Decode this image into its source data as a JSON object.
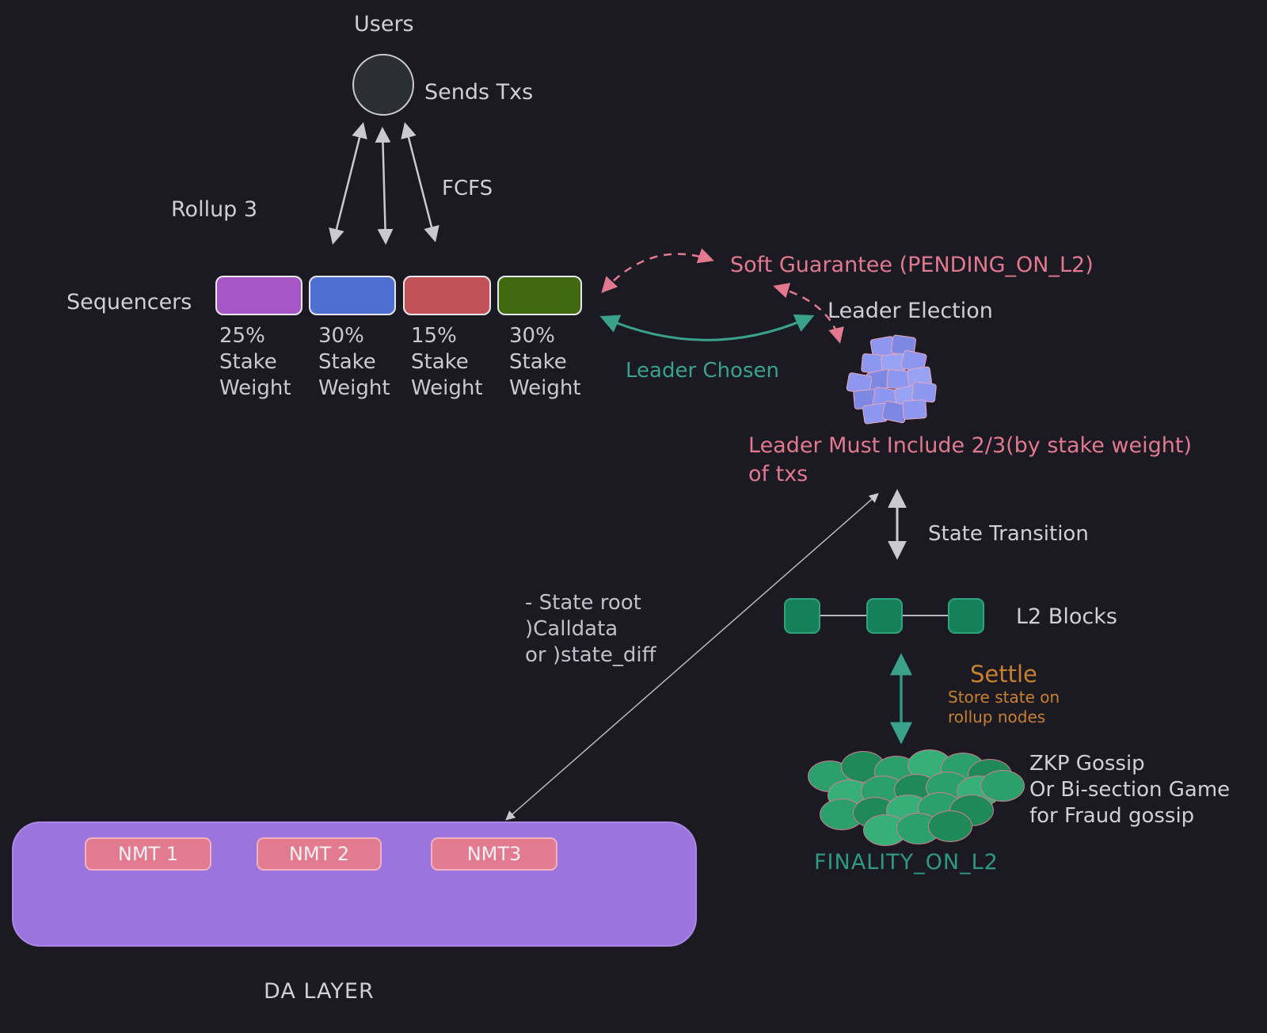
{
  "colors": {
    "background": "#1b1a23",
    "pink_accent": "#e2798f",
    "teal_accent": "#3aa18a",
    "orange_accent": "#c8802f",
    "light_text": "#cfcfd6",
    "da_purple": "#9b74de",
    "l2_block_green": "#15805a"
  },
  "users": {
    "label": "Users",
    "sends_txs_label": "Sends Txs",
    "fcfs_label": "FCFS"
  },
  "rollup_label": "Rollup 3",
  "sequencers": {
    "label": "Sequencers",
    "items": [
      {
        "name": "sequencer-1",
        "color": "#a757c5",
        "stake_text": "25%\nStake\nWeight"
      },
      {
        "name": "sequencer-2",
        "color": "#4f6fd2",
        "stake_text": "30%\nStake\nWeight"
      },
      {
        "name": "sequencer-3",
        "color": "#c25158",
        "stake_text": "15%\nStake\nWeight"
      },
      {
        "name": "sequencer-4",
        "color": "#41690f",
        "stake_text": "30%\nStake\nWeight"
      }
    ]
  },
  "flow": {
    "soft_guarantee_label": "Soft Guarantee (PENDING_ON_L2)",
    "leader_election_label": "Leader Election",
    "leader_chosen_label": "Leader Chosen",
    "leader_rule_text": "Leader Must Include 2/3(by stake weight)\nof txs",
    "state_transition_label": "State Transition",
    "state_root_note": "- State root\n)Calldata\nor )state_diff",
    "l2_blocks_label": "L2 Blocks",
    "settle_label": "Settle",
    "settle_note": "Store state on\nrollup nodes",
    "zkp_note": "ZKP Gossip\nOr Bi-section Game\nfor Fraud gossip",
    "finality_label": "FINALITY_ON_L2"
  },
  "da_layer": {
    "label": "DA LAYER",
    "nmts": [
      {
        "label": "NMT 1"
      },
      {
        "label": "NMT 2"
      },
      {
        "label": "NMT3"
      }
    ]
  }
}
